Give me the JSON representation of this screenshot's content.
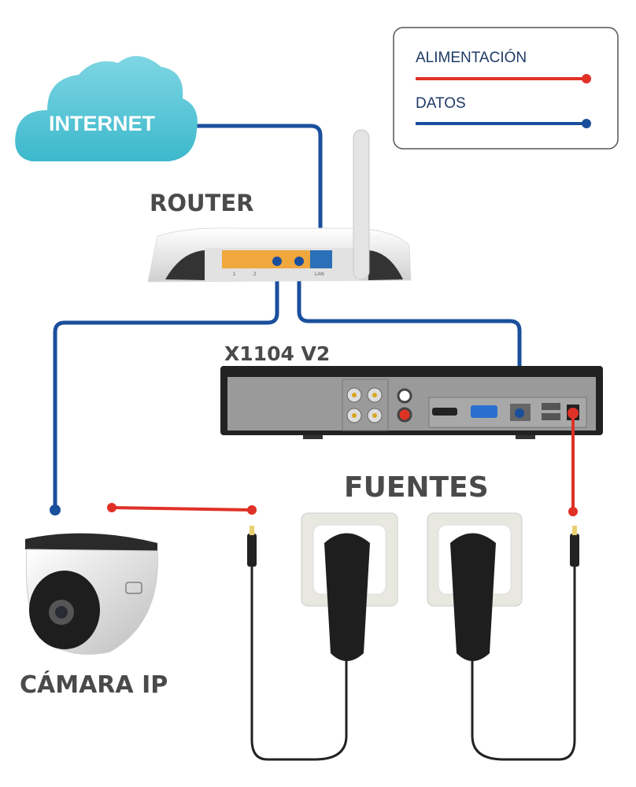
{
  "legend": {
    "power_label": "ALIMENTACIÓN",
    "data_label": "DATOS",
    "power_color": "#e03127",
    "data_color": "#1a4f9c"
  },
  "internet": {
    "label": "INTERNET"
  },
  "router": {
    "label": "ROUTER",
    "port_labels": [
      "1",
      "2",
      "LAN"
    ]
  },
  "dvr": {
    "label": "X1104 V2"
  },
  "power_supplies": {
    "label": "FUENTES"
  },
  "camera": {
    "label": "CÁMARA IP"
  }
}
